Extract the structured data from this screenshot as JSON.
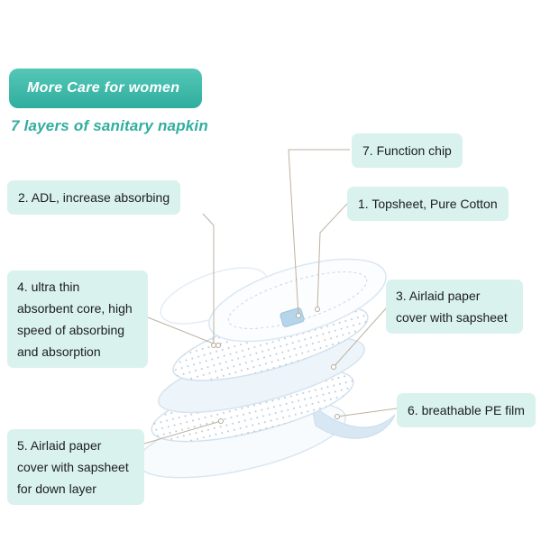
{
  "banner": {
    "title": "More Care for women"
  },
  "subtitle": "7 layers of sanitary napkin",
  "labels": [
    {
      "num": "7",
      "text": "7. Function chip"
    },
    {
      "num": "2",
      "text": "2. ADL, increase absorbing"
    },
    {
      "num": "1",
      "text": "1. Topsheet, Pure Cotton"
    },
    {
      "num": "4",
      "text": "4. ultra thin absorbent core, high speed of absorbing and absorption"
    },
    {
      "num": "3",
      "text": "3. Airlaid paper cover with sapsheet"
    },
    {
      "num": "6",
      "text": "6. breathable PE film"
    },
    {
      "num": "5",
      "text": "5. Airlaid paper cover with sapsheet for down layer"
    }
  ],
  "illustration": {
    "description": "exploded diagram of 7 sanitary napkin layers"
  },
  "colors": {
    "accent": "#2fae9e",
    "banner_gradient_top": "#55c7b7",
    "banner_gradient_bottom": "#2fae9e",
    "label_bg": "#d9f2ee",
    "label_text": "#1d1d1f",
    "connector": "#bdb2a0",
    "pad_blue": "#d7e7f4"
  }
}
